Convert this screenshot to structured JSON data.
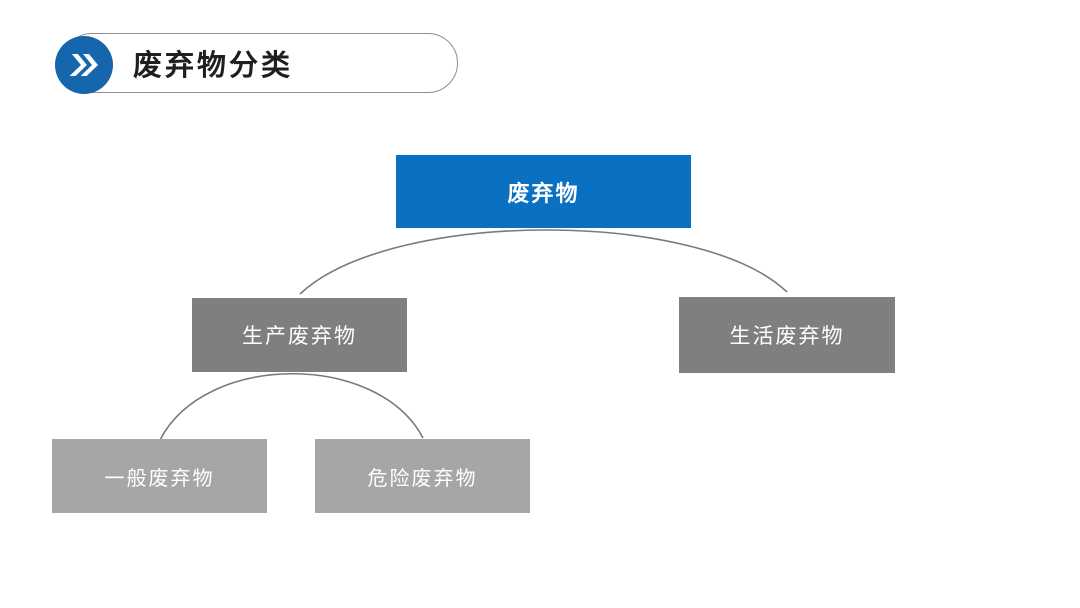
{
  "slide": {
    "background_color": "#ffffff"
  },
  "header": {
    "title": "废弃物分类",
    "icon": "double-chevron-right-icon",
    "circle_color": "#1566ad",
    "pill_border_color": "#8f8f8f"
  },
  "diagram": {
    "type": "tree",
    "root": {
      "label": "废弃物",
      "color": "#0a70c2",
      "text_color": "#ffffff"
    },
    "level2": [
      {
        "label": "生产废弃物",
        "color": "#7f7f7f",
        "text_color": "#ffffff"
      },
      {
        "label": "生活废弃物",
        "color": "#7f7f7f",
        "text_color": "#ffffff"
      }
    ],
    "level3": [
      {
        "label": "一般废弃物",
        "color": "#a6a6a6",
        "text_color": "#ffffff"
      },
      {
        "label": "危险废弃物",
        "color": "#a6a6a6",
        "text_color": "#ffffff"
      }
    ],
    "edges": [
      {
        "from": "废弃物",
        "to": "生产废弃物"
      },
      {
        "from": "废弃物",
        "to": "生活废弃物"
      },
      {
        "from": "生产废弃物",
        "to": "一般废弃物"
      },
      {
        "from": "生产废弃物",
        "to": "危险废弃物"
      }
    ],
    "edge_color": "#7a7a7a"
  }
}
